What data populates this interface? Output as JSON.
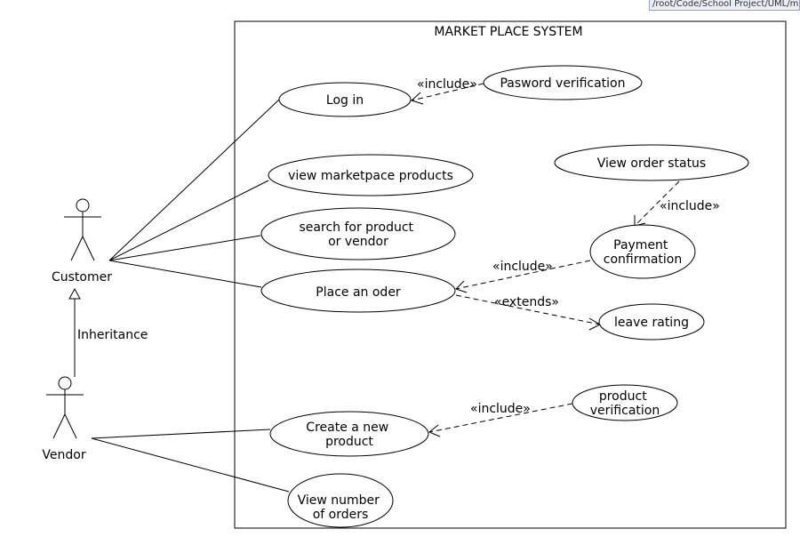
{
  "file_path": "/root/Code/School Project/UML/m",
  "system_title": "MARKET PLACE SYSTEM",
  "actors": {
    "customer": "Customer",
    "vendor": "Vendor"
  },
  "generalization_label": "Inheritance",
  "use_cases": {
    "login": [
      "Log in"
    ],
    "password_verification": [
      "Pasword verification"
    ],
    "view_products": [
      "view marketpace products"
    ],
    "search": [
      "search for product",
      "or vendor"
    ],
    "place_order": [
      "Place an oder"
    ],
    "view_order_status": [
      "View order status"
    ],
    "payment_confirmation": [
      "Payment",
      "confirmation"
    ],
    "leave_rating": [
      "leave rating"
    ],
    "create_product": [
      "Create a new",
      "product"
    ],
    "product_verification": [
      "product",
      "verification"
    ],
    "view_orders": [
      "View number",
      "of orders"
    ]
  },
  "relation_labels": {
    "include": "«include»",
    "extends": "«extends»"
  }
}
